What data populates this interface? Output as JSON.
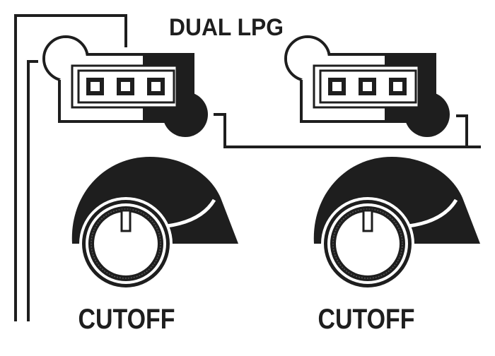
{
  "title": "DUAL LPG",
  "colors": {
    "ink": "#1e1e1e",
    "paper": "#ffffff"
  },
  "channels": [
    {
      "jack_pins": 3,
      "knob_label": "CUTOFF"
    },
    {
      "jack_pins": 3,
      "knob_label": "CUTOFF"
    }
  ]
}
